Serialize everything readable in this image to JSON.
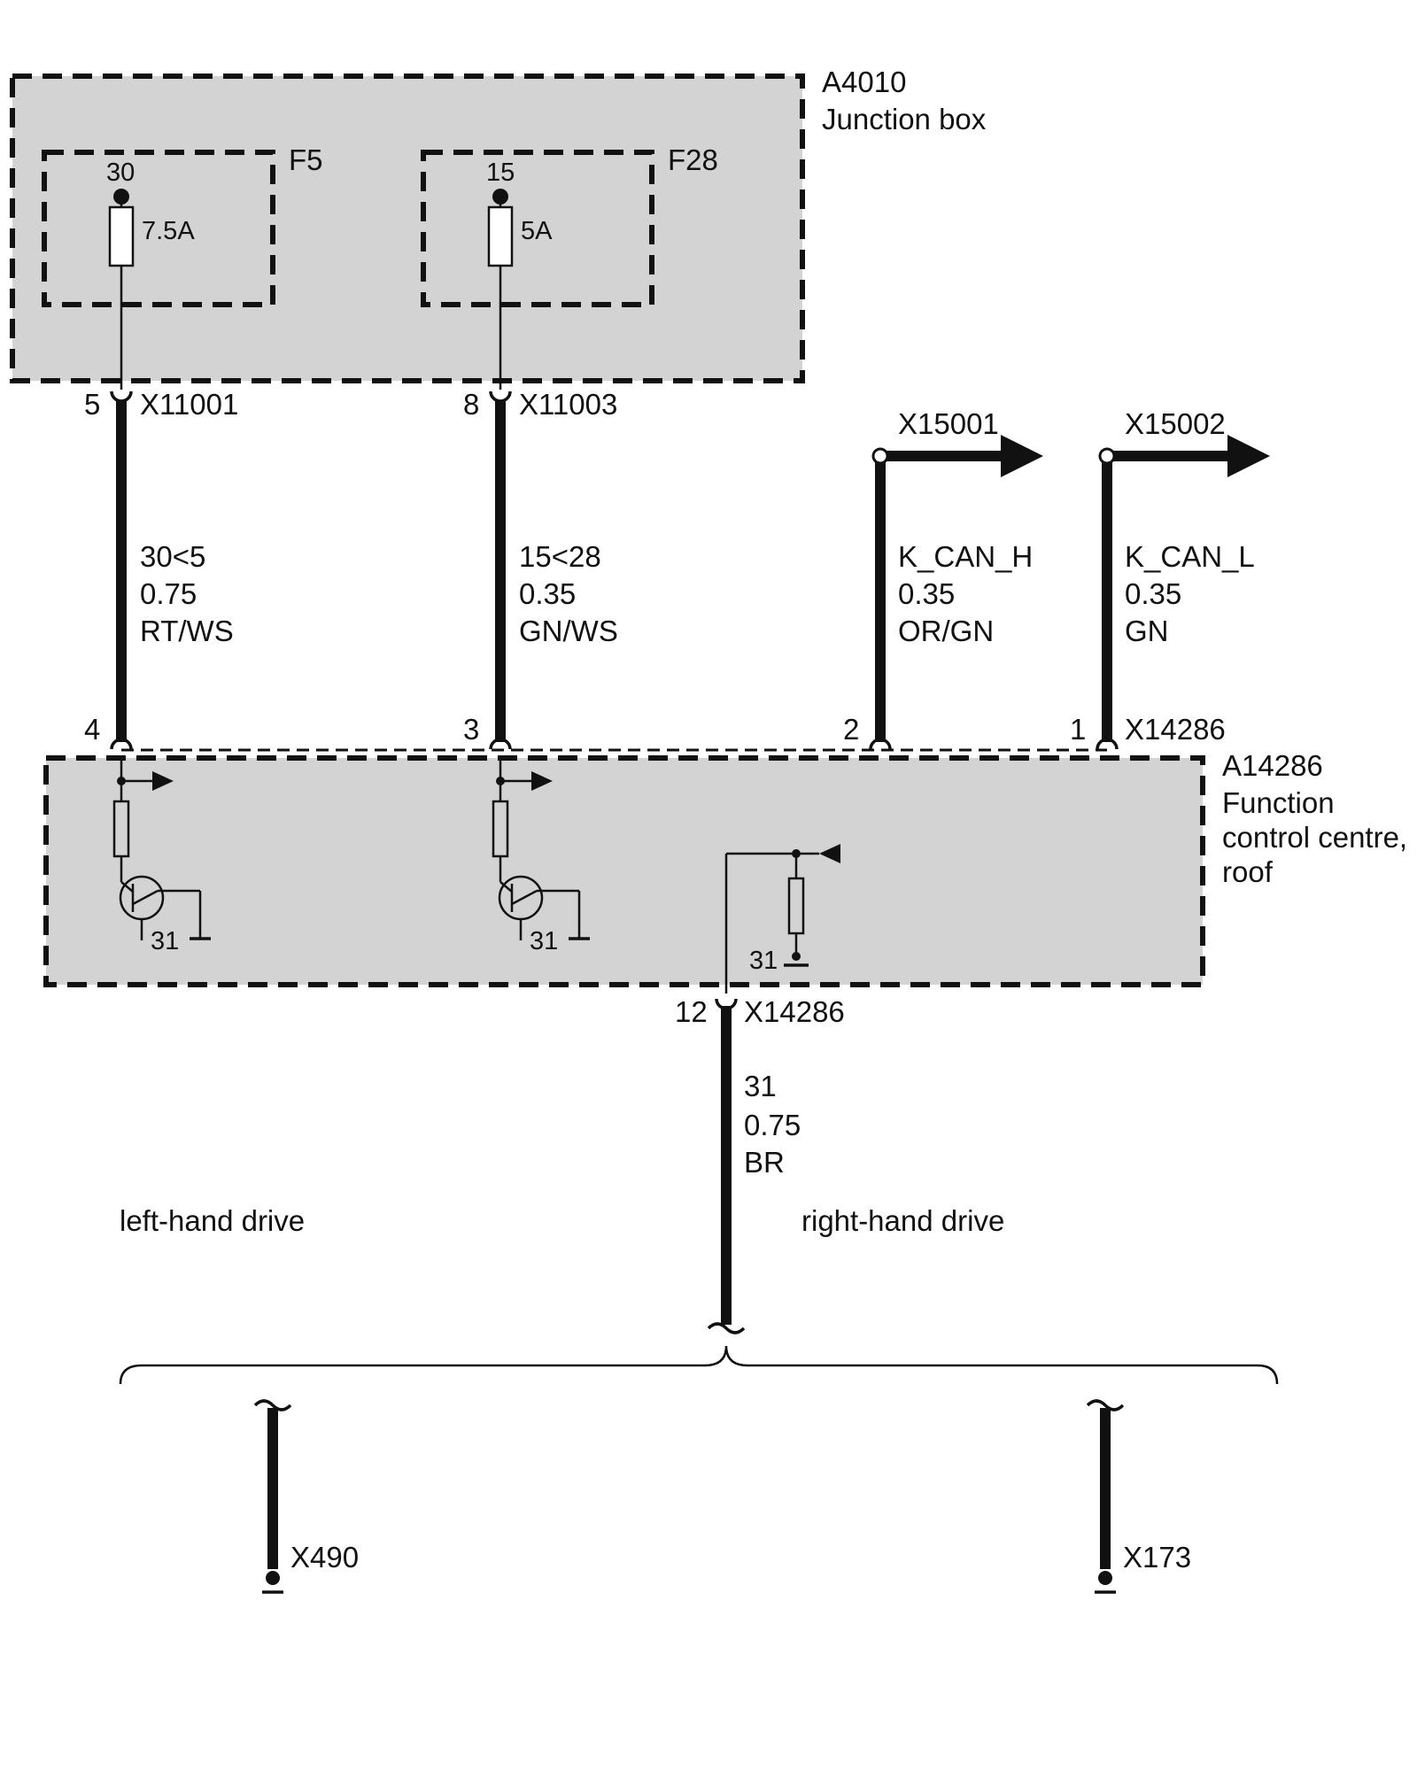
{
  "junction_box": {
    "id": "A4010",
    "name": "Junction box",
    "fuses": [
      {
        "id": "F5",
        "terminal": "30",
        "rating": "7.5A"
      },
      {
        "id": "F28",
        "terminal": "15",
        "rating": "5A"
      }
    ]
  },
  "connectors_top": [
    {
      "pin": "5",
      "id": "X11001"
    },
    {
      "pin": "8",
      "id": "X11003"
    }
  ],
  "outputs": [
    {
      "id": "X15001"
    },
    {
      "id": "X15002"
    }
  ],
  "wires": [
    {
      "signal": "30<5",
      "gauge": "0.75",
      "color": "RT/WS"
    },
    {
      "signal": "15<28",
      "gauge": "0.35",
      "color": "GN/WS"
    },
    {
      "signal": "K_CAN_H",
      "gauge": "0.35",
      "color": "OR/GN"
    },
    {
      "signal": "K_CAN_L",
      "gauge": "0.35",
      "color": "GN"
    }
  ],
  "module_pins": [
    "4",
    "3",
    "2",
    "1"
  ],
  "module_connector": "X14286",
  "module": {
    "id": "A14286",
    "name_lines": [
      "Function",
      "control centre,",
      "roof"
    ],
    "ground_labels": [
      "31",
      "31",
      "31"
    ]
  },
  "ground_connector": {
    "pin": "12",
    "id": "X14286"
  },
  "ground_wire": {
    "signal": "31",
    "gauge": "0.75",
    "color": "BR"
  },
  "variants": {
    "left": {
      "label": "left-hand drive",
      "ground_point": "X490"
    },
    "right": {
      "label": "right-hand drive",
      "ground_point": "X173"
    }
  }
}
